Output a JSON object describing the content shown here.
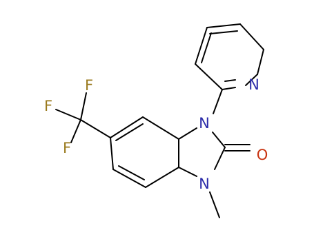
{
  "colors": {
    "bond": "#000000",
    "nitrogen": "#2b2ba8",
    "oxygen": "#c8320f",
    "fluorine": "#9a7a1e",
    "background": "#ffffff"
  },
  "atoms": {
    "pyridine_n": "N",
    "n_aryl": "N",
    "n_methyl": "N",
    "carbonyl_o": "O",
    "fluorines": [
      "F",
      "F",
      "F"
    ]
  }
}
